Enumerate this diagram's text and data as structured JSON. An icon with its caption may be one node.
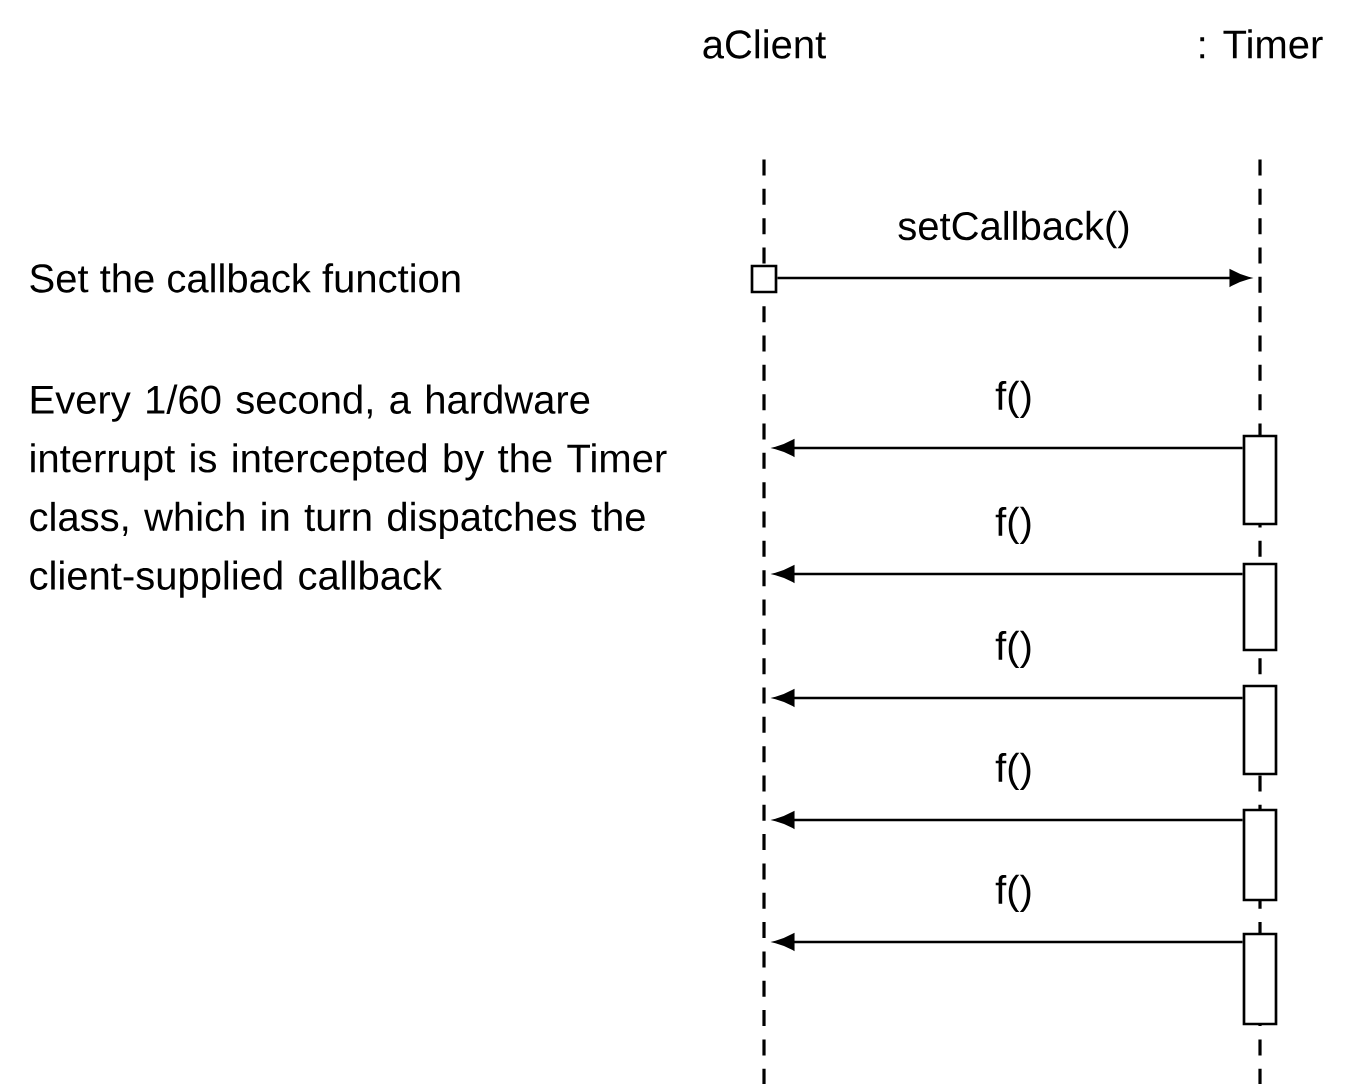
{
  "diagram": {
    "nodes": [
      {
        "text": [
          "aClient"
        ]
      },
      {
        "text": [
          ": Timer"
        ]
      },
      {
        "text": [],
        "shape": "line"
      },
      {
        "text": [],
        "shape": "line"
      },
      {
        "text": [],
        "shape": "box"
      },
      {
        "text": [],
        "shape": "box"
      },
      {
        "text": [],
        "shape": "box"
      },
      {
        "text": [],
        "shape": "box"
      },
      {
        "text": [],
        "shape": "box"
      },
      {
        "text": [],
        "shape": "box"
      }
    ],
    "edges": [
      {
        "from": 4,
        "to": 3,
        "arrow": "to",
        "label": "setCallback()"
      },
      {
        "from": 5,
        "to": 2,
        "arrow": "to",
        "label": "f()"
      },
      {
        "from": 6,
        "to": 2,
        "arrow": "to",
        "label": "f()"
      },
      {
        "from": 7,
        "to": 2,
        "arrow": "to",
        "label": "f()"
      },
      {
        "from": 8,
        "to": 2,
        "arrow": "to",
        "label": "f()"
      },
      {
        "from": 9,
        "to": 2,
        "arrow": "to",
        "label": "f()"
      }
    ],
    "labels": [
      "Set the callback function",
      "Every 1/60 second, a hardware interrupt is intercepted by the Timer class, which in turn dispatches the client-supplied callback"
    ]
  }
}
